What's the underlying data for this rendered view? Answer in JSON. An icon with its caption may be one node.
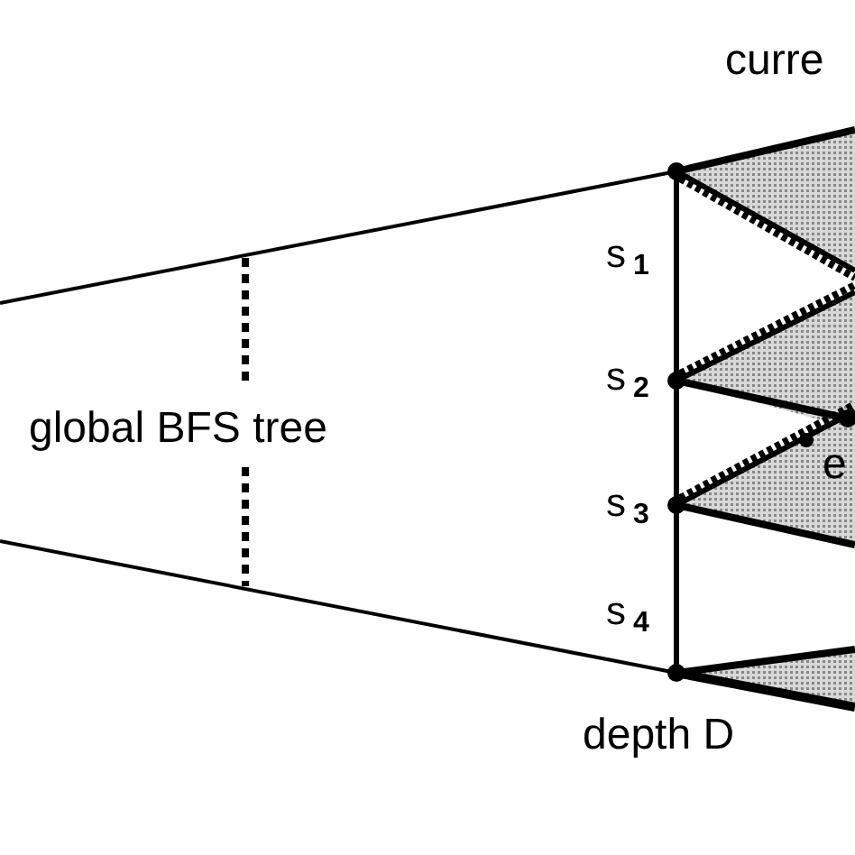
{
  "diagram": {
    "labels": [
      "curre",
      "global BFS tree",
      "s$_{1}$",
      "s$_{2}$",
      "s$_{3}$",
      "e",
      "s$_{4}$",
      "depth D"
    ]
  }
}
